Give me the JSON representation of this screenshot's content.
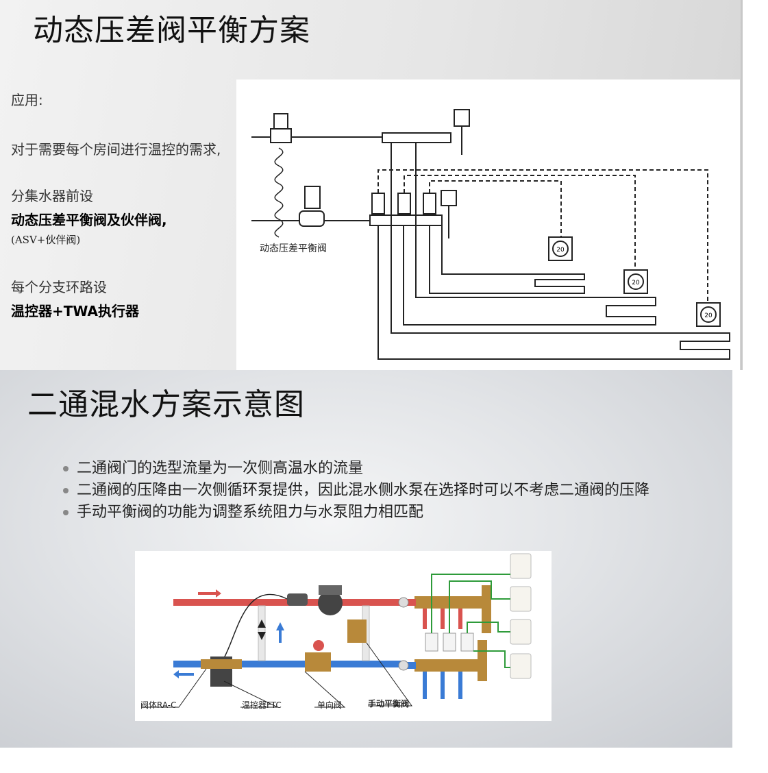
{
  "slide1": {
    "title": "动态压差阀平衡方案",
    "text": {
      "application_label": "应用:",
      "demand": "对于需要每个房间进行温控的需求,",
      "manifold_pre": "分集水器前设",
      "valve_bold": "动态压差平衡阀及伙伴阀,",
      "valve_note": "(ASV+伙伴阀)",
      "branch_pre": "每个分支环路设",
      "branch_bold": "温控器+TWA执行器"
    },
    "diagram": {
      "valve_label": "动态压差平衡阀",
      "thermostat_text": "20"
    }
  },
  "slide2": {
    "title": "二通混水方案示意图",
    "bullets": [
      "二通阀门的选型流量为一次侧高温水的流量",
      "二通阀的压降由一次侧循环泵提供，因此混水侧水泵在选择时可以不考虑二通阀的压降",
      "手动平衡阀的功能为调整系统阻力与水泵阻力相匹配"
    ],
    "diagram": {
      "callouts": {
        "valve_body": "阀体RA-C",
        "thermostat": "温控器FTC",
        "check_valve": "单向阀",
        "manual_balance": "手动平衡阀"
      }
    }
  },
  "colors": {
    "hot_pipe": "#d9534f",
    "cold_pipe": "#3a7bd5",
    "brass": "#b8893a",
    "green_wire": "#2e9b3a"
  }
}
